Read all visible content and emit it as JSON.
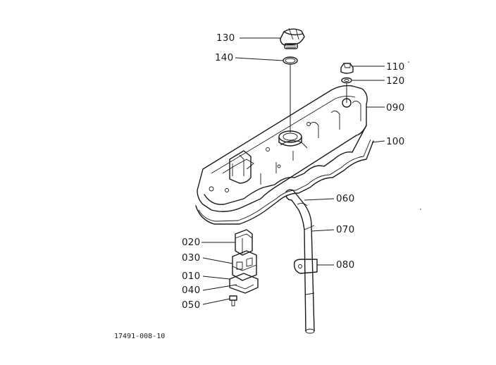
{
  "diagram": {
    "drawing_number": "17491-008-10",
    "callouts": [
      {
        "id": "130",
        "text": "130"
      },
      {
        "id": "140",
        "text": "140"
      },
      {
        "id": "110",
        "text": "110"
      },
      {
        "id": "120",
        "text": "120"
      },
      {
        "id": "090",
        "text": "090"
      },
      {
        "id": "100",
        "text": "100"
      },
      {
        "id": "060",
        "text": "060"
      },
      {
        "id": "070",
        "text": "070"
      },
      {
        "id": "080",
        "text": "080"
      },
      {
        "id": "020",
        "text": "020"
      },
      {
        "id": "030",
        "text": "030"
      },
      {
        "id": "010",
        "text": "010"
      },
      {
        "id": "040",
        "text": "040"
      },
      {
        "id": "050",
        "text": "050"
      }
    ]
  }
}
